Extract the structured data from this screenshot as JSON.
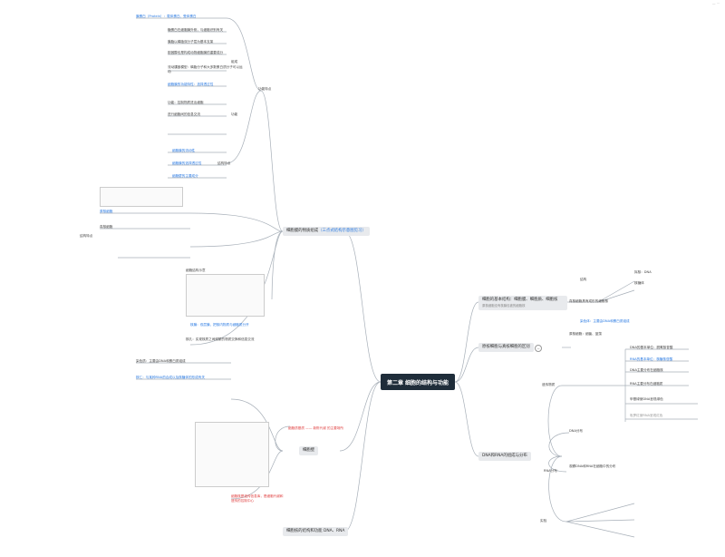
{
  "header": {
    "top_right": "— ⋯"
  },
  "root": {
    "title": "第二章 细胞的结构与功能"
  },
  "left": {
    "membrane": {
      "label": "细胞膜的物质组成",
      "link": "（三点式结构示意图见习）"
    },
    "walls": {
      "label": "细胞壁"
    },
    "nucleus": {
      "label": "细胞核的结构和功能",
      "sub": "DNA、RNA"
    },
    "system": {
      "label": "细胞器：细胞质中有多种具有一定功能的细胞器",
      "note": "细胞质基质 —— 新陈代谢 的主要场所"
    },
    "top_items": [
      "膜蛋白（Protein）：载体蛋白、受体蛋白",
      "糖蛋白在细胞膜外侧，与细胞识别有关",
      "膜脂以磷脂双分子层为基本支架",
      "胆固醇也是构成动物细胞膜的重要成分",
      "流动镶嵌模型：磷脂分子和大多数蛋白质分子可以运动",
      "细胞膜的功能特性：选择透过性",
      "功能：控制物质进出细胞",
      "进行细胞间的信息交流"
    ],
    "sub_labels": [
      "组成",
      "功能",
      "结构特点",
      "功能特点"
    ],
    "mid_items": [
      "细胞膜的流动性",
      "细胞膜的选择透过性",
      "细胞壁的主要成分"
    ],
    "cells": [
      "原核细胞",
      "真核细胞"
    ],
    "diagram_title": "细胞结构示意",
    "bottom_items": [
      "核膜：双层膜，把核内物质与细胞质分开",
      "核孔：实现核质之间频繁的物质交换和信息交流",
      "染色质：主要由DNA和蛋白质组成",
      "核仁：与某种RNA的合成以及核糖体的形成有关"
    ],
    "footer": "细胞核是遗传信息库，是细胞代谢和遗传的控制中心"
  },
  "right": {
    "b1": {
      "label": "细胞的基本结构：细胞膜、细胞质、细胞核",
      "sub": "原核细胞没有核膜包被的细胞核"
    },
    "b2": {
      "label": "原核细胞与真核细胞的区别"
    },
    "b3": {
      "label": "DNA和RNA的组成与分布"
    },
    "items": [
      "拟核：DNA",
      "核糖体",
      "真核细胞具有成形的细胞核",
      "染色体：主要由DNA和蛋白质组成",
      "原核细胞：细菌、蓝藻",
      "DNA的基本单位：脱氧核苷酸",
      "RNA的基本单位：核糖核苷酸",
      "DNA主要分布在细胞核",
      "RNA主要分布在细胞质",
      "甲基绿使DNA呈现绿色",
      "吡罗红使RNA呈现红色",
      "观察DNA和RNA在细胞中的分布"
    ],
    "labels": [
      "结构",
      "遗传物质",
      "DNA分布",
      "RNA分布",
      "实验"
    ]
  },
  "colors": {
    "root": "#1f2d3a",
    "accent": "#2a7ae2",
    "branch": "#e8eaed",
    "wire": "#9aa3ad"
  }
}
